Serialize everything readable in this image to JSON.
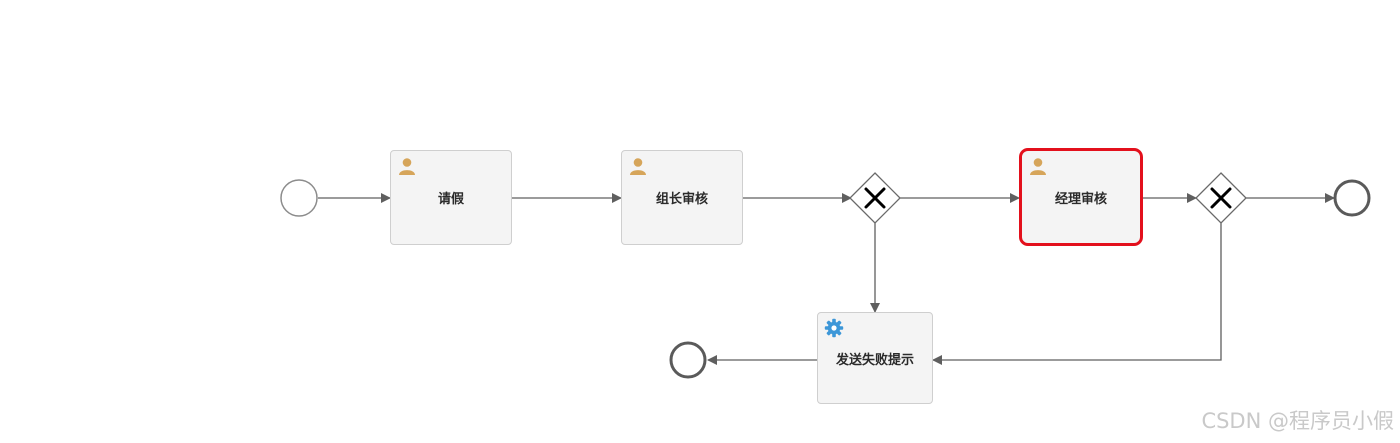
{
  "diagram": {
    "tasks": {
      "leave_request": {
        "label": "请假",
        "icon": "user-icon"
      },
      "group_leader_review": {
        "label": "组长审核",
        "icon": "user-icon"
      },
      "manager_review": {
        "label": "经理审核",
        "icon": "user-icon",
        "status": "active"
      },
      "send_failure_notice": {
        "label": "发送失败提示",
        "icon": "gear-icon"
      }
    },
    "gateways": [
      "exclusive-gateway",
      "exclusive-gateway"
    ],
    "events": [
      "start-event",
      "end-event",
      "end-event"
    ]
  },
  "colors": {
    "task_fill": "#f4f4f4",
    "task_border": "#cfcfcf",
    "active_border": "#e3101c",
    "user_icon": "#d6a55a",
    "gear_icon": "#3d97d8",
    "flow": "#5f5f5f"
  },
  "watermark": "CSDN @程序员小假"
}
